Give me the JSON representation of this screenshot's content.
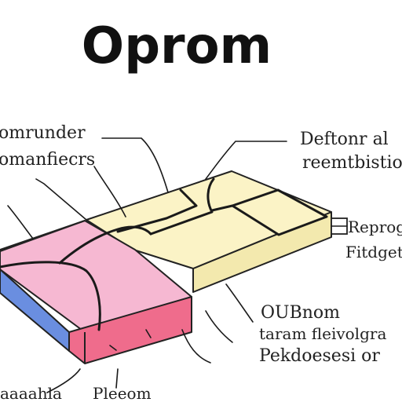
{
  "title": "Oprom",
  "labels": {
    "top_left_1": "omrunder",
    "top_left_2": "omanfiecrs",
    "top_right_1": "Deftonr al",
    "top_right_2": "reemtbistioe",
    "mid_right_1": "Reprogrs",
    "mid_right_2": "Fitdgets",
    "bottom_right_1": "OUBnom",
    "bottom_right_2": "taram fleivolgra",
    "bottom_right_3": "Pekdoesesi or",
    "bottom_left": "aaaahla",
    "bottom_center": "Pleeom"
  },
  "colors": {
    "pink_top": "#f6b8d2",
    "pink_side": "#ef6c8c",
    "blue_side": "#6a8ee0",
    "cream_top": "#fbf3c6",
    "cream_side": "#f3e9ae",
    "outline": "#222222"
  }
}
